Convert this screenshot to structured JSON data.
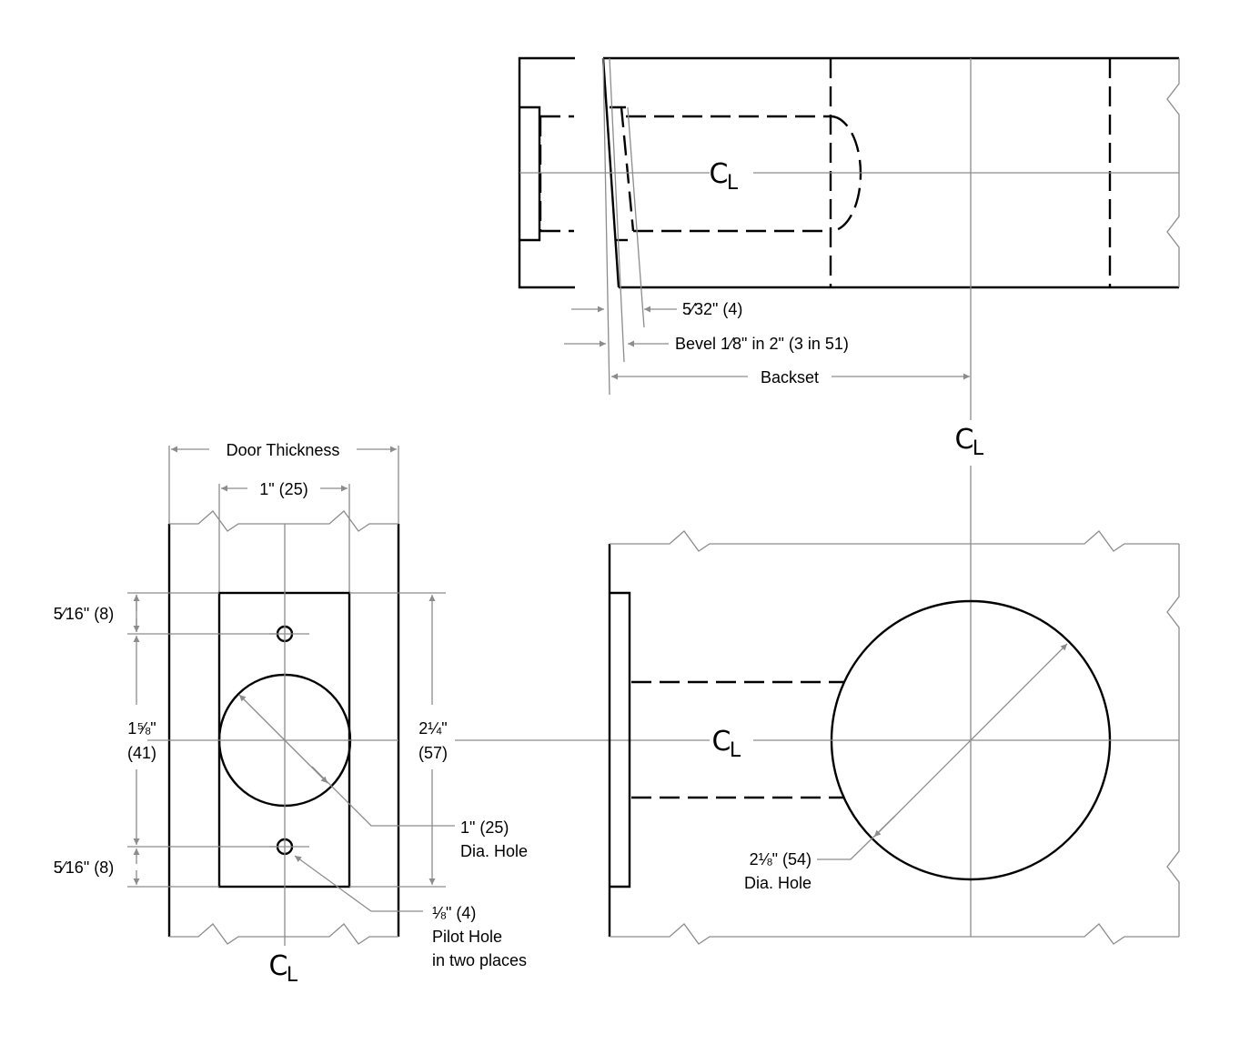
{
  "top_view": {
    "centerline_label": {
      "c": "C",
      "l": "L"
    },
    "dim_5_32": "5⁄32\" (4)",
    "dim_bevel": "Bevel 1⁄8\" in 2\" (3 in 51)",
    "dim_backset": "Backset"
  },
  "vertical_centerline_label": {
    "c": "C",
    "l": "L"
  },
  "edge_view": {
    "dim_door_thickness": "Door Thickness",
    "dim_1in": "1\" (25)",
    "dim_5_16_top": "5⁄16\" (8)",
    "dim_1_5_8": {
      "line1": "1⅝\"",
      "line2": "(41)"
    },
    "dim_2_1_4": {
      "line1": "2¼\"",
      "line2": "(57)"
    },
    "dim_5_16_bottom": "5⁄16\" (8)",
    "callout_1in_hole": {
      "line1": "1\" (25)",
      "line2": "Dia. Hole"
    },
    "callout_pilot": {
      "line1": "⅛\" (4)",
      "line2": "Pilot Hole",
      "line3": "in two places"
    },
    "centerline_label": {
      "c": "C",
      "l": "L"
    }
  },
  "face_view": {
    "centerline_label": {
      "c": "C",
      "l": "L"
    },
    "callout_2_1_8": {
      "line1": "2⅛\" (54)",
      "line2": "Dia. Hole"
    }
  }
}
